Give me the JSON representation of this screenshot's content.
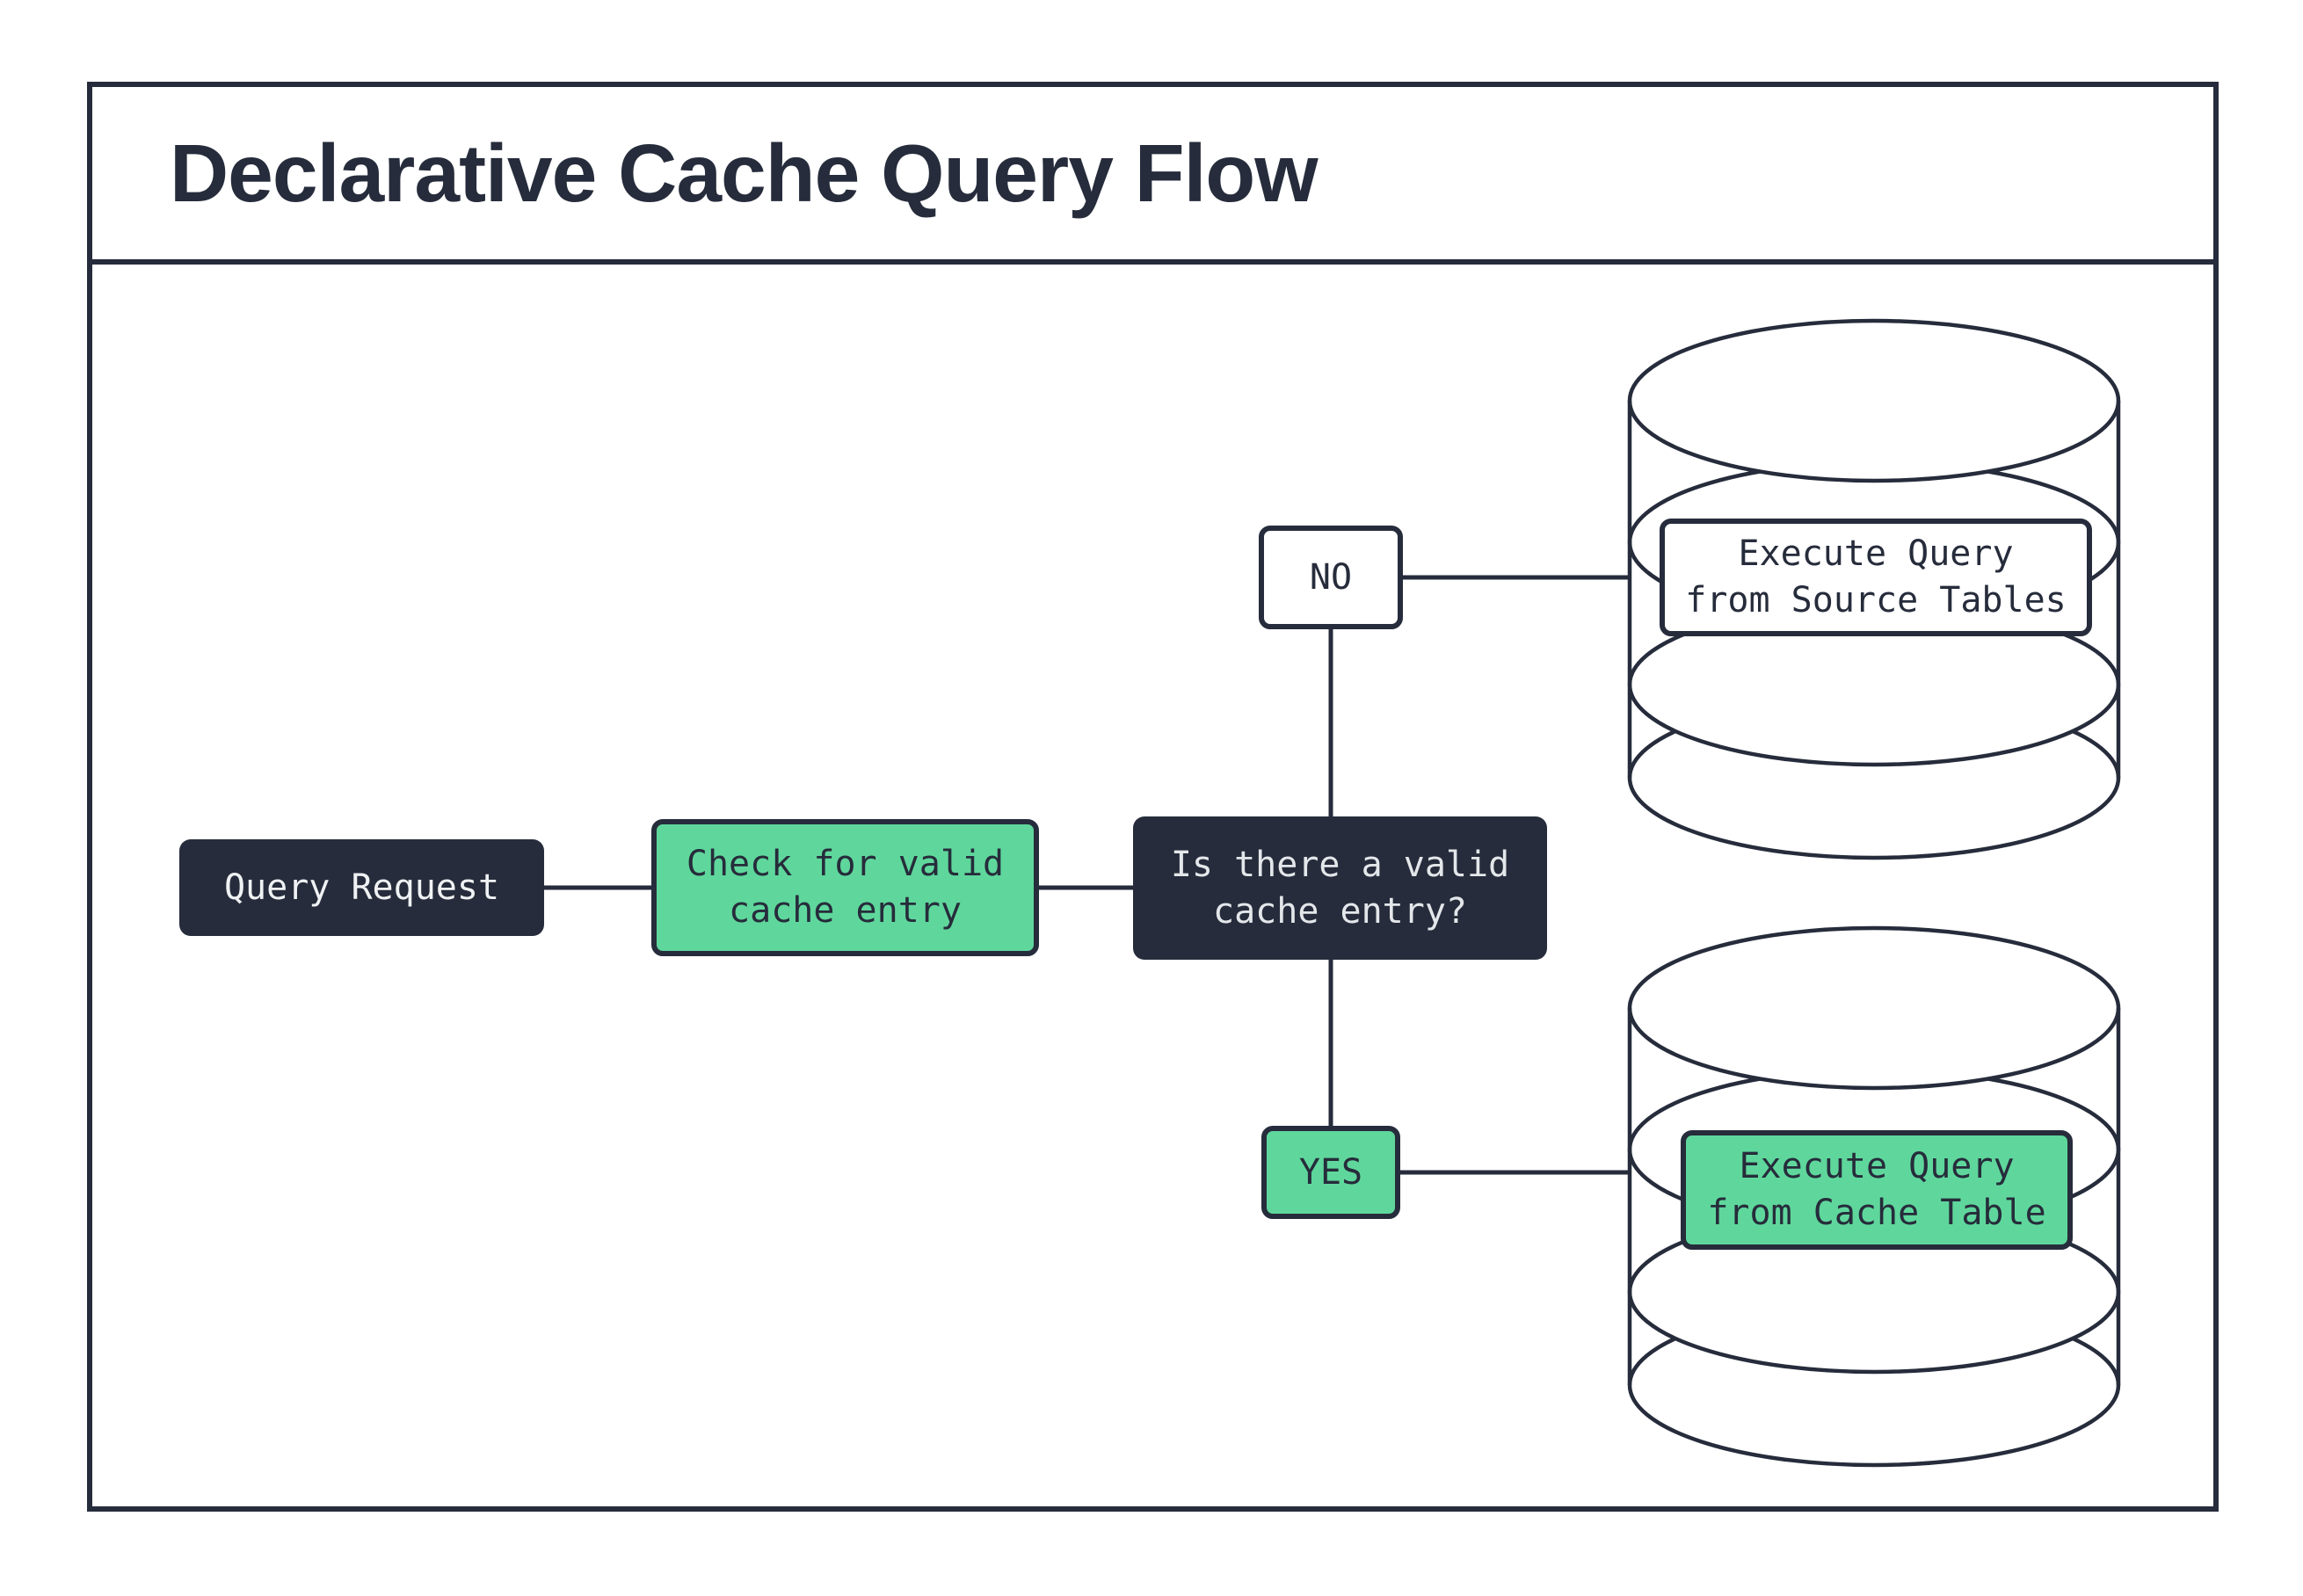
{
  "header": {
    "title": "Declarative Cache Query Flow"
  },
  "colors": {
    "dark_navy": "#262C3B",
    "green": "#5FD79C",
    "white": "#FFFFFF",
    "light_text": "#EFF1F3"
  },
  "flow": {
    "nodes": {
      "query_request": {
        "label": "Query Request"
      },
      "check_cache": {
        "line1": "Check for valid",
        "line2": "cache entry"
      },
      "decision": {
        "line1": "Is there a valid",
        "line2": "cache entry?"
      },
      "execute_source": {
        "line1": "Execute Query",
        "line2": "from Source Tables"
      },
      "execute_cache": {
        "line1": "Execute Query",
        "line2": "from Cache Table"
      }
    },
    "edges": {
      "no_label": "NO",
      "yes_label": "YES"
    }
  }
}
